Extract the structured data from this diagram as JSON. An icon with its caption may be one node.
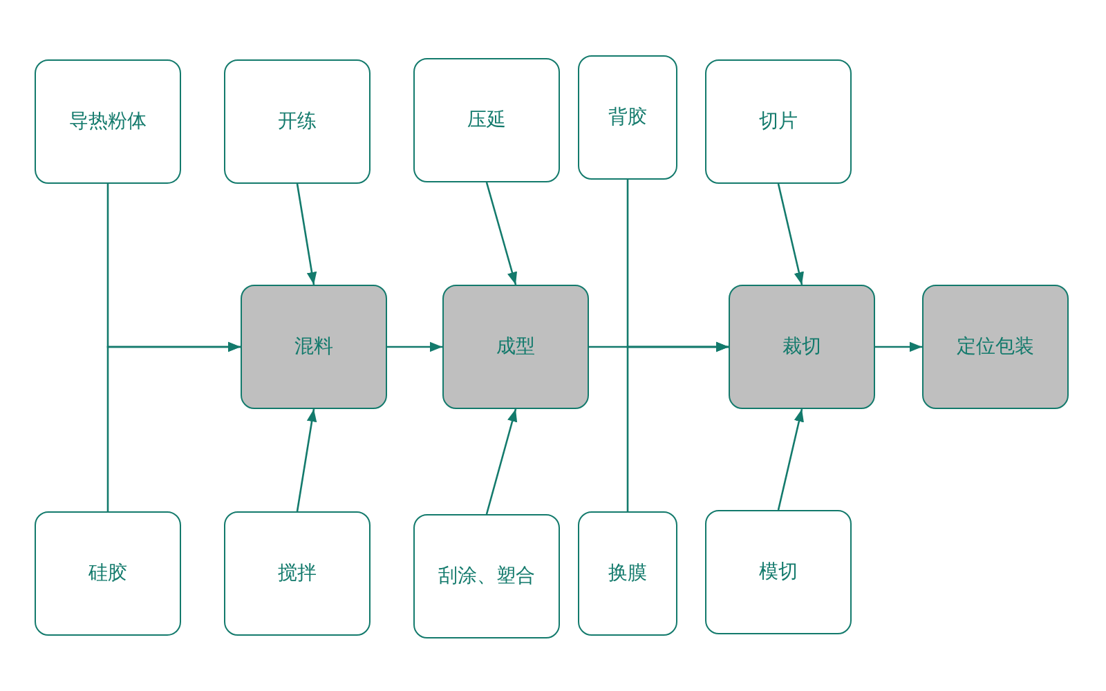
{
  "diagram": {
    "nodes": [
      {
        "text": [
          "导热粉体"
        ]
      },
      {
        "text": [
          "开练"
        ]
      },
      {
        "text": [
          "压延"
        ]
      },
      {
        "text": [
          "背胶"
        ]
      },
      {
        "text": [
          "切片"
        ]
      },
      {
        "text": [
          "混料"
        ]
      },
      {
        "text": [
          "成型"
        ]
      },
      {
        "text": [
          "裁切"
        ]
      },
      {
        "text": [
          "定位包装"
        ]
      },
      {
        "text": [
          "硅胶"
        ]
      },
      {
        "text": [
          "搅拌"
        ]
      },
      {
        "text": [
          "刮涂、塑合"
        ]
      },
      {
        "text": [
          "换膜"
        ]
      },
      {
        "text": [
          "模切"
        ]
      }
    ],
    "edges": [
      {
        "from": 0,
        "to": 5,
        "arrow": "to"
      },
      {
        "from": 9,
        "to": 5,
        "arrow": "to"
      },
      {
        "from": 1,
        "to": 5,
        "arrow": "to"
      },
      {
        "from": 10,
        "to": 5,
        "arrow": "to"
      },
      {
        "from": 5,
        "to": 6,
        "arrow": "to"
      },
      {
        "from": 2,
        "to": 6,
        "arrow": "to"
      },
      {
        "from": 11,
        "to": 6,
        "arrow": "to"
      },
      {
        "from": 6,
        "to": 7,
        "arrow": "to"
      },
      {
        "from": 3,
        "to": 7,
        "arrow": "to"
      },
      {
        "from": 12,
        "to": 7,
        "arrow": "to"
      },
      {
        "from": 4,
        "to": 7,
        "arrow": "to"
      },
      {
        "from": 13,
        "to": 7,
        "arrow": "to"
      },
      {
        "from": 7,
        "to": 8,
        "arrow": "to"
      }
    ]
  }
}
